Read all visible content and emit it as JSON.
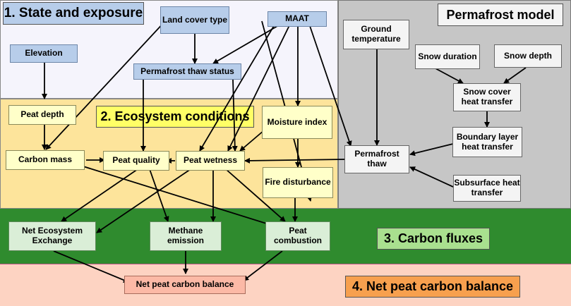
{
  "sections": {
    "state": "1. State and exposure",
    "ecosystem": "2. Ecosystem conditions",
    "fluxes": "3. Carbon fluxes",
    "balance": "4. Net peat carbon balance",
    "permafrost_model": "Permafrost model"
  },
  "nodes": {
    "land_cover": "Land cover type",
    "maat": "MAAT",
    "elevation": "Elevation",
    "thaw_status": "Permafrost thaw status",
    "peat_depth": "Peat depth",
    "moisture_index": "Moisture index",
    "carbon_mass": "Carbon mass",
    "peat_quality": "Peat quality",
    "peat_wetness": "Peat wetness",
    "fire_disturbance": "Fire disturbance",
    "ground_temp": "Ground temperature",
    "snow_duration": "Snow duration",
    "snow_depth": "Snow depth",
    "snow_cover_transfer": "Snow cover heat transfer",
    "boundary_layer": "Boundary layer heat transfer",
    "permafrost_thaw": "Permafrost thaw",
    "subsurface": "Subsurface heat transfer",
    "nee": "Net Ecosystem Exchange",
    "methane": "Methane emission",
    "peat_combustion": "Peat combustion",
    "net_balance": "Net peat carbon balance"
  },
  "colors": {
    "state_bg": "#f5f4fc",
    "ecosystem_bg": "#fde49b",
    "fluxes_bg": "#2f8b2e",
    "balance_bg": "#fdd3c2",
    "permafrost_bg": "#c6c6c6",
    "blue_node": "#b7cdea",
    "yellow_node": "#ffffc9",
    "white_node": "#f4f4f4",
    "green_node": "#daeed7",
    "salmon_node": "#fcb9a6",
    "ecosystem_title": "#ffff66",
    "fluxes_title": "#a9e08f",
    "balance_title": "#f7a04e"
  }
}
